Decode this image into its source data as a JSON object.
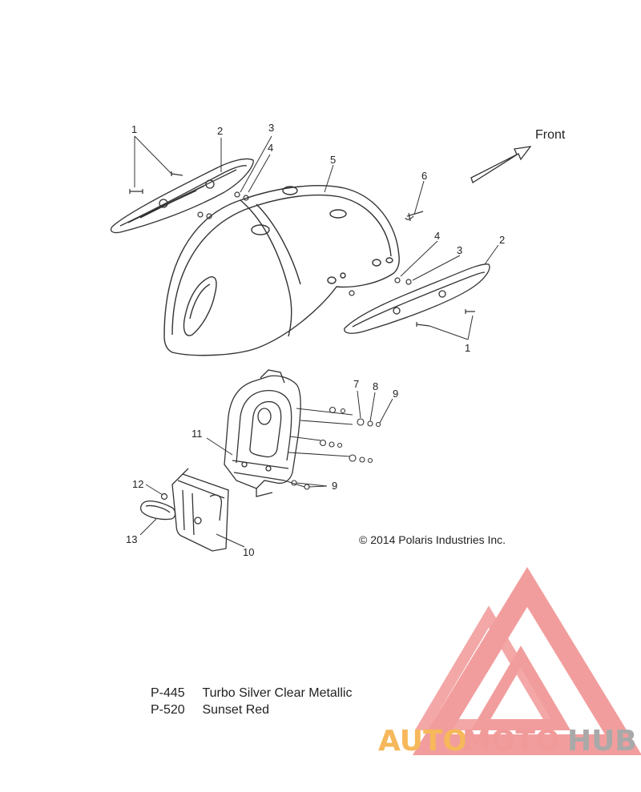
{
  "front_label": "Front",
  "copyright": "© 2014 Polaris Industries Inc.",
  "callouts": [
    "1",
    "2",
    "3",
    "4",
    "5",
    "6",
    "4",
    "3",
    "2",
    "1",
    "7",
    "8",
    "9",
    "11",
    "9",
    "12",
    "13",
    "10"
  ],
  "paint_codes": [
    {
      "code": "P-445",
      "name": "Turbo Silver Clear Metallic"
    },
    {
      "code": "P-520",
      "name": "Sunset Red"
    }
  ],
  "watermark": {
    "text_part1": "AUTO",
    "text_part2": "MOTO",
    "text_part3": "HUB",
    "colors": {
      "auto": "#f6b85a",
      "moto": "#f19a9a",
      "hub": "#a9a9a9",
      "logo": "#f08c8c"
    }
  }
}
